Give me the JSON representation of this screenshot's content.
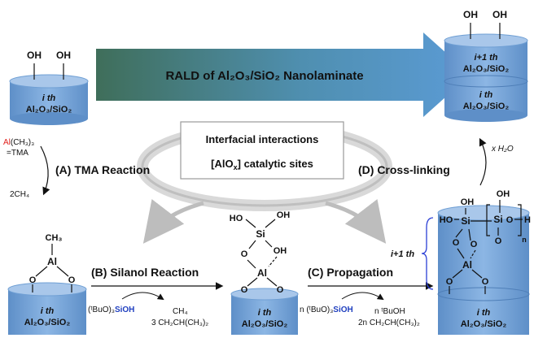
{
  "top": {
    "banner": "RALD of Al₂O₃/SiO₂ Nanolaminate",
    "left_oh1": "OH",
    "left_oh2": "OH",
    "left_layer_index": "i th",
    "left_layer_material": "Al₂O₃/SiO₂",
    "right_oh1": "OH",
    "right_oh2": "OH",
    "right_top_index": "i+1 th",
    "right_top_material": "Al₂O₃/SiO₂",
    "right_bottom_index": "i th",
    "right_bottom_material": "Al₂O₃/SiO₂"
  },
  "center_box": {
    "line1": "Interfacial interactions",
    "line2_prefix": "[AlO",
    "line2_sub": "x",
    "line2_suffix": "] catalytic sites"
  },
  "steps": {
    "a": "(A) TMA Reaction",
    "b": "(B)  Silanol Reaction",
    "c": "(C)  Propagation",
    "d": "(D)  Cross-linking"
  },
  "tma": {
    "al": "Al",
    "ch3": "(CH₃)₃",
    "name": "=TMA",
    "byproduct": "2CH₄"
  },
  "byproducts": {
    "water": "x H₂O",
    "b_reagent_prefix": "(ᵗBuO)₃",
    "b_reagent_si": "SiOH",
    "b_product1": "CH₄",
    "b_product2": "3 CH₂CH(CH₃)₂",
    "c_reagent_prefix": "n (ᵗBuO)₃",
    "c_reagent_si": "SiOH",
    "c_product1": "n ᵗBuOH",
    "c_product2": "2n CH₂CH(CH₃)₂"
  },
  "molecules": {
    "ch3": "CH₃",
    "al": "Al",
    "si": "Si",
    "o": "O",
    "oh": "OH",
    "ho": "HO",
    "h": "H",
    "n": "n"
  },
  "bottom_cylinders": {
    "index": "i th",
    "material": "Al₂O₃/SiO₂",
    "brace_label": "i+1 th"
  },
  "colors": {
    "cylinder_top": "#8fb4dd",
    "cylinder_body": "#6f9fd4",
    "arrow_start": "#3f6e5a",
    "arrow_end": "#5b9bd5",
    "al_red": "#e0201c",
    "si_blue": "#1f3fbf",
    "brace_blue": "#2b3fd6"
  }
}
